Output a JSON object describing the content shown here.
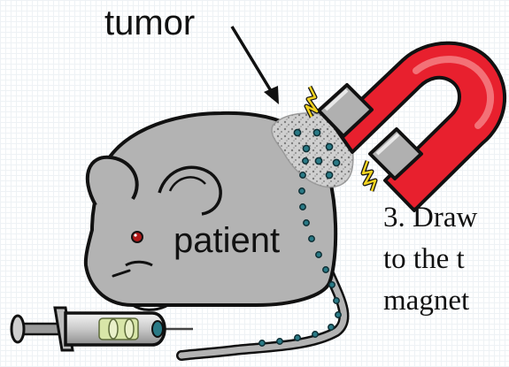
{
  "labels": {
    "tumor": "tumor",
    "patient": "patient"
  },
  "caption": {
    "lines": [
      "3. Draw",
      "to the t",
      "magnet"
    ]
  },
  "icons": [
    "mouse-icon",
    "tumor-icon",
    "magnet-icon",
    "syringe-icon",
    "arrow-icon"
  ],
  "colors": {
    "mouse_body": "#b3b3b3",
    "outline": "#111111",
    "magnet_red": "#e8202e",
    "magnet_metal": "#b0b0b0",
    "spark": "#f2d21f",
    "nanoparticle": "#2a7a86",
    "eye": "#b01818",
    "syringe_fluid": "#d8e6a8"
  }
}
